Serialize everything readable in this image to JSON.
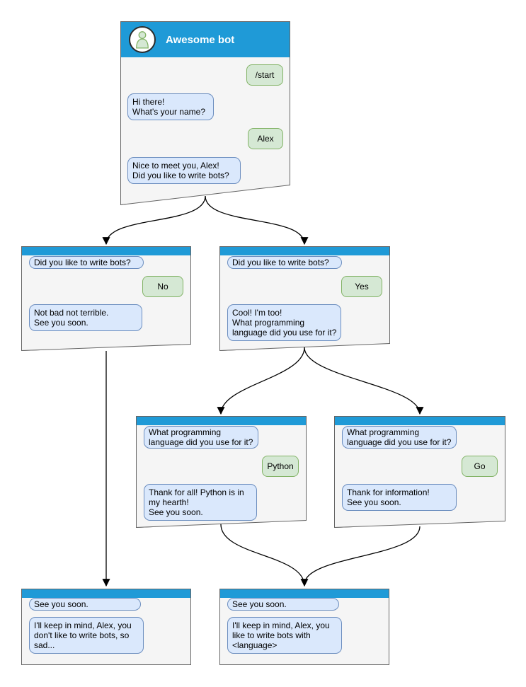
{
  "diagram": {
    "root": {
      "title": "Awesome bot",
      "messages": {
        "start": "/start",
        "greet": "Hi there!\nWhat's your name?",
        "name": "Alex",
        "ask": "Nice to meet you, Alex!\nDid you like to write bots?"
      }
    },
    "no_branch": {
      "question": "Did you like to write bots?",
      "answer": "No",
      "reply": "Not bad not terrible.\nSee you soon."
    },
    "yes_branch": {
      "question": "Did you like to write bots?",
      "answer": "Yes",
      "reply": "Cool! I'm too!\nWhat programming\nlanguage did you use for it?"
    },
    "python_branch": {
      "question": "What programming\nlanguage did you use for it?",
      "answer": "Python",
      "reply": "Thank for all! Python is in\nmy hearth!\nSee you soon."
    },
    "go_branch": {
      "question": "What programming\nlanguage did you use for it?",
      "answer": "Go",
      "reply": "Thank for information!\nSee you soon."
    },
    "end_no": {
      "header": "See you soon.",
      "reply": "I'll keep in mind, Alex, you\ndon't like to write bots, so\nsad..."
    },
    "end_yes": {
      "header": "See you soon.",
      "reply": "I'll keep in mind, Alex, you\nlike to write bots with\n<language>"
    },
    "avatar_icon": "person"
  },
  "colors": {
    "page_bg": "#ffffff",
    "titlebar": "#1f9ad7",
    "title_text": "#ffffff",
    "window_fill": "#f5f5f5",
    "window_border": "#666666",
    "bot_bubble_fill": "#dae8fc",
    "bot_bubble_border": "#6c8ebf",
    "user_bubble_fill": "#d5e8d4",
    "user_bubble_border": "#82b366",
    "connector": "#000000"
  }
}
